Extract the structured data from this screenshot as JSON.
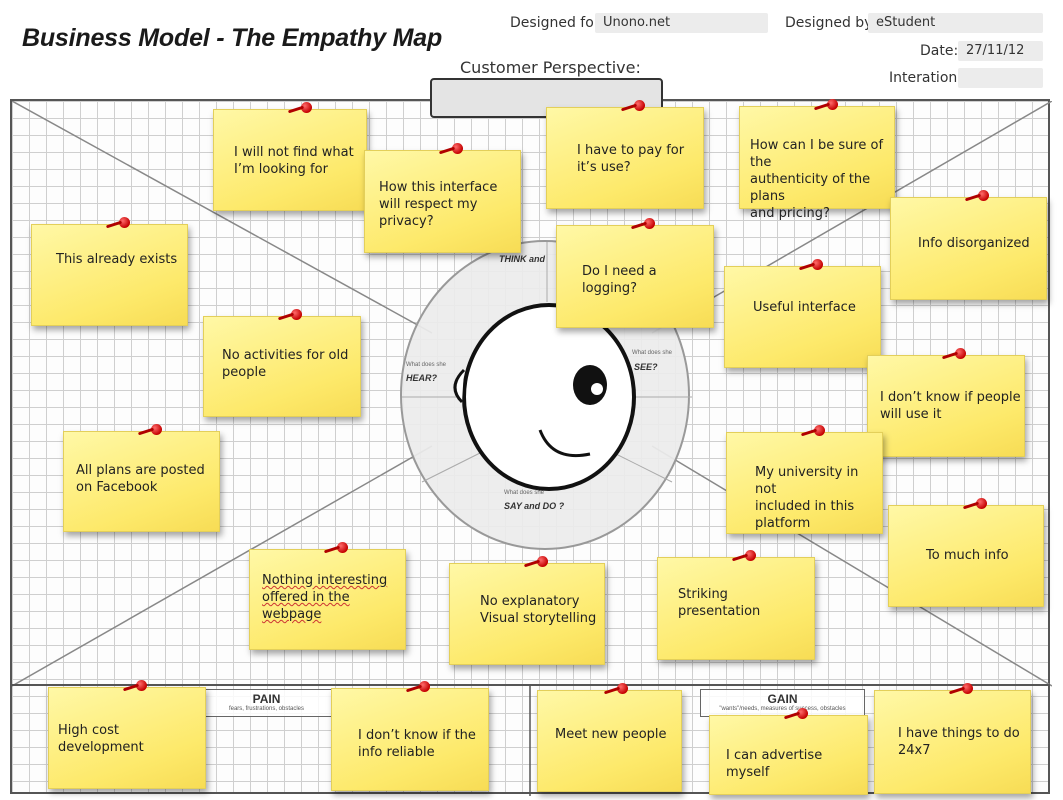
{
  "header": {
    "title": "Business Model - The Empathy Map",
    "designed_for_label": "Designed for:",
    "designed_for_value": "Unono.net",
    "designed_by_label": "Designed by:",
    "designed_by_value": "eStudent",
    "date_label": "Date:",
    "date_value": "27/11/12",
    "iteration_label": "Interation:",
    "iteration_value": ""
  },
  "map": {
    "customer_perspective": "Customer Perspective:",
    "think_label": "THINK and",
    "hear_label": "HEAR?",
    "see_label": "SEE?",
    "say_label": "SAY and DO ?",
    "hear_prefix": "What does she",
    "see_prefix": "What does she",
    "say_prefix": "What does she",
    "pain_label": "PAIN",
    "pain_sub": "fears, frustrations, obstacles",
    "gain_label": "GAIN",
    "gain_sub": "\"wants\"/needs, measures of success, obstacles"
  },
  "notes": [
    {
      "text": "I will not find what\nI’m looking for"
    },
    {
      "text": "How this interface\nwill respect my privacy?"
    },
    {
      "text": "I have to pay for\nit’s use?"
    },
    {
      "text": "How can I be sure of the\nauthenticity  of the plans\nand pricing?"
    },
    {
      "text": "This already exists"
    },
    {
      "text": "Do I need a logging?"
    },
    {
      "text": "Info disorganized"
    },
    {
      "text": "Useful interface"
    },
    {
      "text": "No activities for old\npeople"
    },
    {
      "text": "I don’t know if people\nwill use it"
    },
    {
      "text": "All plans are posted\non Facebook"
    },
    {
      "text": "My university in not\nincluded in this\nplatform"
    },
    {
      "text": "To much info"
    },
    {
      "text": "Nothing interesting\noffered in the webpage"
    },
    {
      "text": "No explanatory\nVisual storytelling"
    },
    {
      "text": "Striking presentation"
    },
    {
      "text": "High cost development"
    },
    {
      "text": "I don’t know if the\ninfo reliable"
    },
    {
      "text": "Meet new people"
    },
    {
      "text": "I can advertise myself"
    },
    {
      "text": "I have things to do\n24x7"
    }
  ],
  "colors": {
    "note": "#fde96a",
    "pin": "#c40000",
    "grid": "#cfcfcf"
  }
}
